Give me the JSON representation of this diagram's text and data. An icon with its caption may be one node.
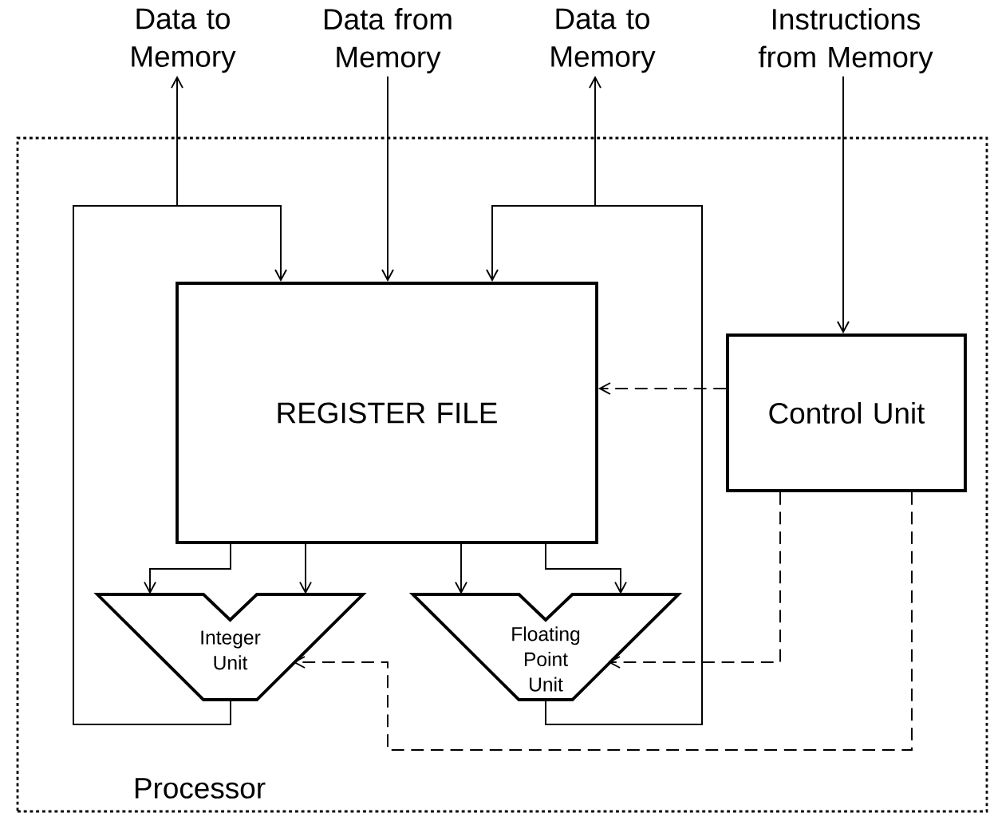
{
  "diagram": {
    "nodes": [
      {
        "text": [
          "Processor"
        ]
      },
      {
        "text": [
          "Data to Memory"
        ]
      },
      {
        "text": [
          "Data from Memory"
        ]
      },
      {
        "text": [
          "Data to Memory"
        ]
      },
      {
        "text": [
          "Instructions from Memory"
        ]
      },
      {
        "text": [
          "REGISTER FILE"
        ],
        "in": 0
      },
      {
        "text": [
          "Control Unit"
        ],
        "in": 0
      },
      {
        "text": [
          "Integer Unit"
        ],
        "in": 0
      },
      {
        "text": [
          "Floating Point Unit"
        ],
        "in": 0
      }
    ],
    "edges": [
      {
        "from": 7,
        "to": 5,
        "arrow": "to"
      },
      {
        "from": 7,
        "to": 1,
        "arrow": "to"
      },
      {
        "from": 2,
        "to": 5,
        "arrow": "to"
      },
      {
        "from": 8,
        "to": 5,
        "arrow": "to"
      },
      {
        "from": 8,
        "to": 3,
        "arrow": "to"
      },
      {
        "from": 4,
        "to": 6,
        "arrow": "to"
      },
      {
        "from": 6,
        "to": 5,
        "arrow": "to",
        "style": "dashed"
      },
      {
        "from": 6,
        "to": 8,
        "arrow": "to",
        "style": "dashed"
      },
      {
        "from": 6,
        "to": 7,
        "arrow": "to",
        "style": "dashed"
      },
      {
        "from": 5,
        "to": 7,
        "arrow": "to"
      },
      {
        "from": 5,
        "to": 7,
        "arrow": "to"
      },
      {
        "from": 5,
        "to": 8,
        "arrow": "to"
      },
      {
        "from": 5,
        "to": 8,
        "arrow": "to"
      }
    ]
  }
}
